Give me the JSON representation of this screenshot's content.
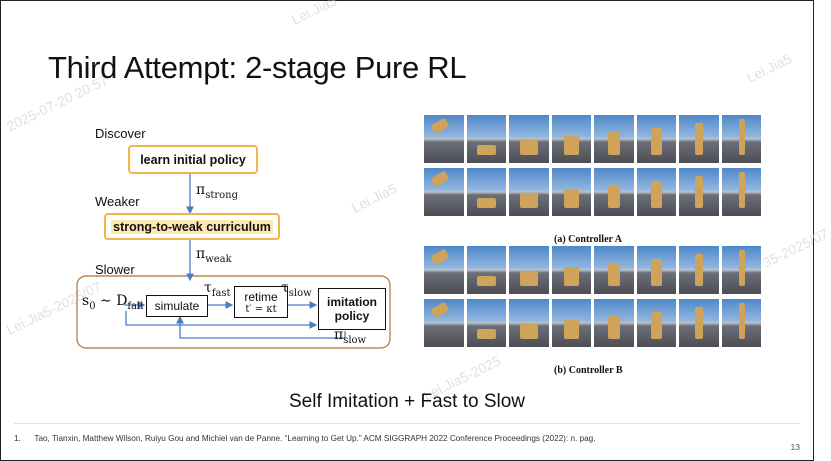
{
  "slide": {
    "title": "Third Attempt: 2-stage Pure RL",
    "subtitle": "Self Imitation + Fast to Slow",
    "page_number": "13",
    "footnote": {
      "index": "1.",
      "text": "Tao, Tianxin, Matthew Wilson, Ruiyu Gou and Michiel van de Panne. “Learning to Get Up.” ACM SIGGRAPH 2022 Conference Proceedings (2022): n. pag."
    },
    "watermarks": [
      "Lei.Jia5",
      "2025-07-20 20:57",
      "Lei.Jia5-2025/07",
      "Lei.Jia5-2025",
      "Lei.Jia5",
      "Lei.Jia5",
      "35-2025/07"
    ]
  },
  "diagram": {
    "stages": [
      {
        "label": "Discover",
        "box": "learn initial policy"
      },
      {
        "label": "Weaker",
        "box": "strong-to-weak curriculum"
      },
      {
        "label": "Slower"
      }
    ],
    "math": {
      "pi_strong": {
        "sym": "π",
        "sub": "strong"
      },
      "pi_weak": {
        "sym": "π",
        "sub": "weak"
      },
      "s0": {
        "sym": "s",
        "sub": "0",
        "rest": " ∼ D",
        "sub2": "fall"
      },
      "tau_fast": {
        "sym": "τ",
        "sub": "fast"
      },
      "tau_slow": {
        "sym": "τ",
        "sub": "slow"
      },
      "pi_slow": {
        "sym": "π",
        "sub": "slow"
      }
    },
    "simulate": "simulate",
    "retime": "retime",
    "retime_eq": "t′ = κt",
    "imitation": [
      "imitation",
      "policy"
    ]
  },
  "figure": {
    "caption_a": "(a) Controller A",
    "caption_b": "(b) Controller B"
  },
  "colors": {
    "box_border": "#f0b64c",
    "highlight": "#ffe8b0",
    "arrow": "#4a7cc4",
    "stage_border": "#b98a55"
  }
}
